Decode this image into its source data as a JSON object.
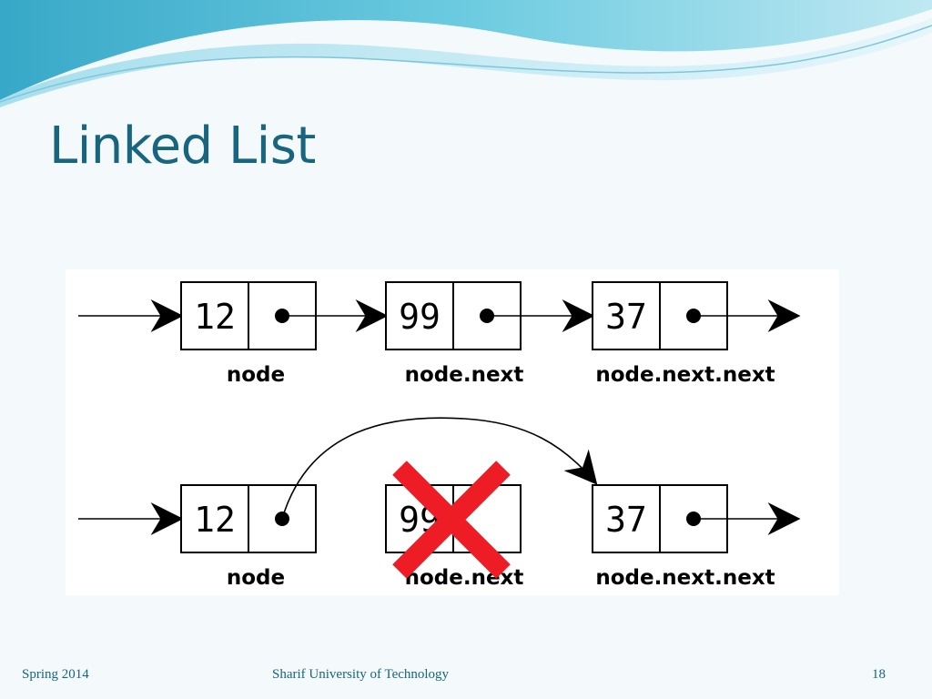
{
  "slide": {
    "title": "Linked List",
    "footer": {
      "date": "Spring 2014",
      "organization": "Sharif University of Technology",
      "page_number": "18"
    }
  },
  "diagram": {
    "before": {
      "nodes": [
        {
          "value": "12",
          "label": "node"
        },
        {
          "value": "99",
          "label": "node.next"
        },
        {
          "value": "37",
          "label": "node.next.next"
        }
      ]
    },
    "after": {
      "nodes": [
        {
          "value": "12",
          "label": "node",
          "removed": false
        },
        {
          "value": "99",
          "label": "node.next",
          "removed": true
        },
        {
          "value": "37",
          "label": "node.next.next",
          "removed": false
        }
      ]
    },
    "colors": {
      "title": "#17657e",
      "removed_mark": "#ee1c24",
      "outline": "#000000"
    }
  }
}
